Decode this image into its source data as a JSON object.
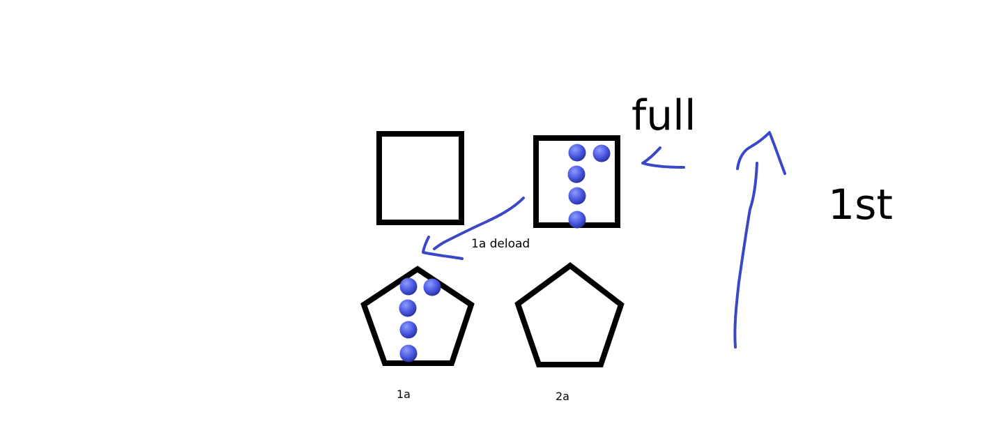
{
  "labels": {
    "full": "full",
    "first": "1st",
    "deload": "1a deload",
    "one_a": "1a",
    "two_a": "2a"
  },
  "colors": {
    "outline": "#000000",
    "ink": "#3a48c8",
    "ball_light": "#8f9cff",
    "ball_mid": "#4a57e0",
    "ball_dark": "#232b93"
  },
  "shapes": {
    "top_left_square_balls": 0,
    "top_right_square_balls": 5,
    "bottom_left_pentagon_balls": 5,
    "bottom_right_pentagon_balls": 0
  }
}
